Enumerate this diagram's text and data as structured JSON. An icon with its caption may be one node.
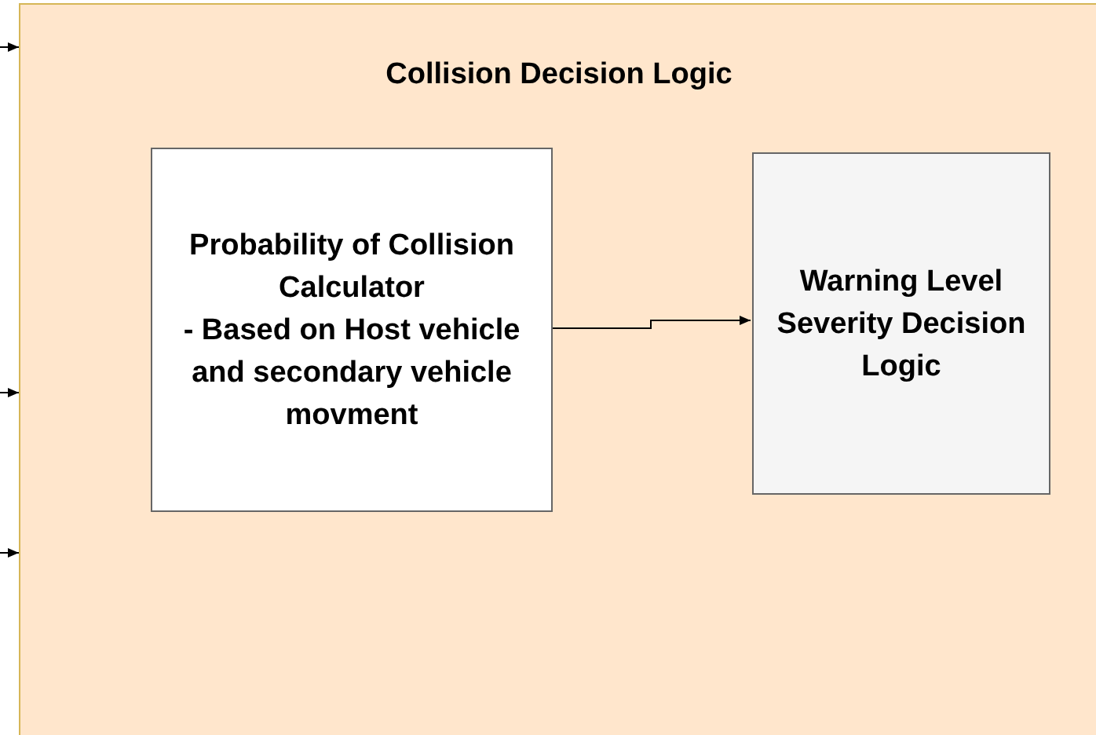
{
  "diagram": {
    "nodes": [
      {
        "text": [
          "Collision Decision Logic"
        ]
      },
      {
        "text": [
          "Probability of Collision Calculator",
          "- Based on Host vehicle and secondary vehicle movment"
        ],
        "in": 0
      },
      {
        "text": [
          "Warning Level Severity Decision Logic"
        ],
        "in": 0
      }
    ],
    "edges": [
      {
        "from": null,
        "to": 0,
        "arrow": "to"
      },
      {
        "from": null,
        "to": 0,
        "arrow": "to"
      },
      {
        "from": null,
        "to": 0,
        "arrow": "to"
      },
      {
        "from": 1,
        "to": 2,
        "arrow": "to"
      }
    ]
  }
}
